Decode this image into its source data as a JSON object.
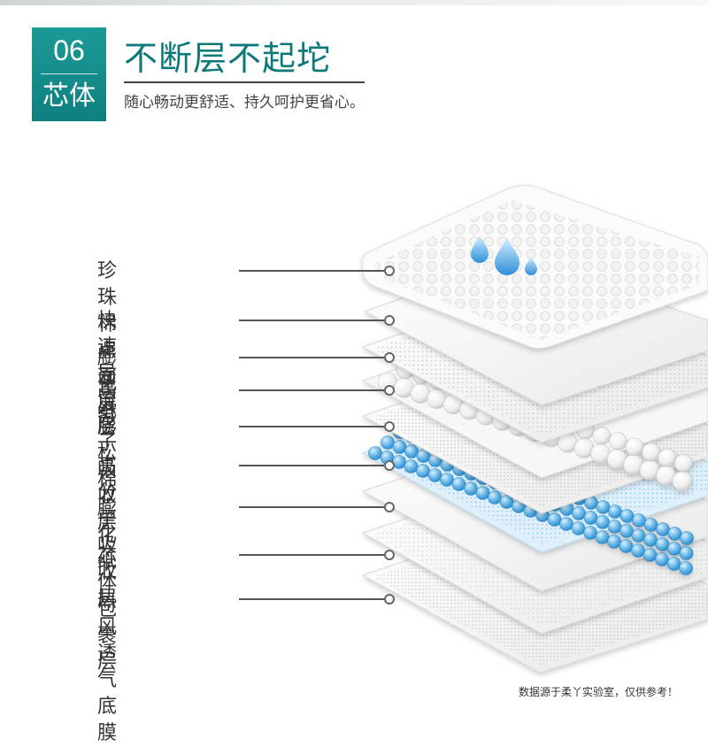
{
  "header": {
    "badge_number": "06",
    "badge_word": "芯体",
    "title": "不断层不起坨",
    "subtitle": "随心畅动更舒适、持久呵护更省心。"
  },
  "layers": [
    {
      "label": "珍珠棉点面层"
    },
    {
      "label": "快速导流层"
    },
    {
      "label": "膨化纸"
    },
    {
      "label": "高分子吸收层"
    },
    {
      "label": "膨松棉"
    },
    {
      "label": "高分子吸收层"
    },
    {
      "label": "膨化纸"
    },
    {
      "label": "芯体包裹层"
    },
    {
      "label": "热风透气底膜"
    }
  ],
  "footnote": "数据源于柔丫实验室，仅供参考！",
  "colors": {
    "teal": "#0f7f80",
    "blue_bead": "#5bb3e6",
    "water_drop": "#48a6e3"
  }
}
